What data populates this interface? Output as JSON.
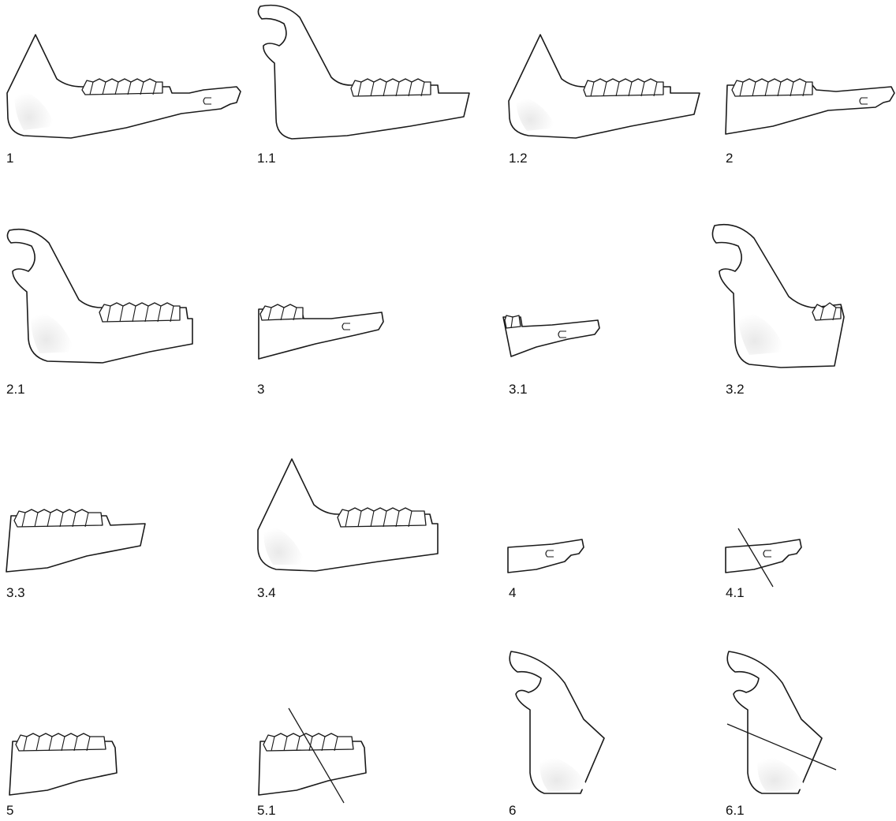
{
  "figures": [
    {
      "label": "1"
    },
    {
      "label": "1.1"
    },
    {
      "label": "1.2"
    },
    {
      "label": "2"
    },
    {
      "label": "2.1"
    },
    {
      "label": "3"
    },
    {
      "label": "3.1"
    },
    {
      "label": "3.2"
    },
    {
      "label": "3.3"
    },
    {
      "label": "3.4"
    },
    {
      "label": "4"
    },
    {
      "label": "4.1"
    },
    {
      "label": "5"
    },
    {
      "label": "5.1"
    },
    {
      "label": "6"
    },
    {
      "label": "6.1"
    }
  ]
}
